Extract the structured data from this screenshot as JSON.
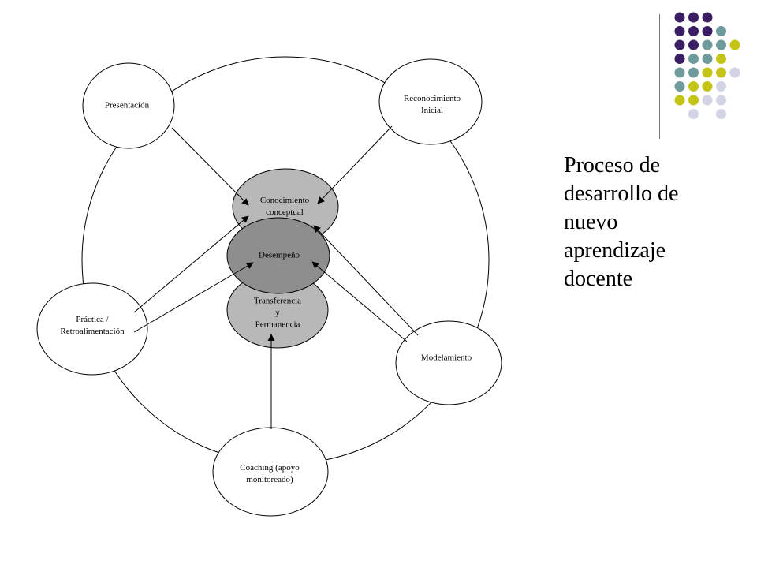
{
  "title": [
    "Proceso de",
    "desarrollo de",
    "nuevo",
    "aprendizaje",
    "docente"
  ],
  "nodes": {
    "presentacion": [
      "Presentación"
    ],
    "reconocimiento": [
      "Reconocimiento",
      "Inicial"
    ],
    "practica": [
      "Práctica /",
      "Retroalimentación"
    ],
    "modelamiento": [
      "Modelamiento"
    ],
    "coaching": [
      "Coaching (apoyo",
      "monitoreado)"
    ],
    "conocimiento": [
      "Conocimiento",
      "conceptual"
    ],
    "desempeno": [
      "Desempeño"
    ],
    "transferencia": [
      "Transferencia",
      "y",
      "Permanencia"
    ]
  },
  "colors": {
    "dark_purple": "#3b1d63",
    "teal": "#6f9b9c",
    "olive": "#c4c417",
    "lavender": "#d3d3e6",
    "core_light": "#b8b8b8",
    "core_dark": "#8e8e8e"
  },
  "decoration_dots": [
    [
      "dark_purple",
      "dark_purple",
      "dark_purple",
      null,
      null
    ],
    [
      "dark_purple",
      "dark_purple",
      "dark_purple",
      "teal",
      null
    ],
    [
      "dark_purple",
      "dark_purple",
      "teal",
      "teal",
      "olive"
    ],
    [
      "dark_purple",
      "teal",
      "teal",
      "olive",
      null
    ],
    [
      "teal",
      "teal",
      "olive",
      "olive",
      "lavender"
    ],
    [
      "teal",
      "olive",
      "olive",
      "lavender",
      null
    ],
    [
      "olive",
      "olive",
      "lavender",
      "lavender",
      null
    ],
    [
      null,
      "lavender",
      null,
      "lavender",
      null
    ]
  ]
}
